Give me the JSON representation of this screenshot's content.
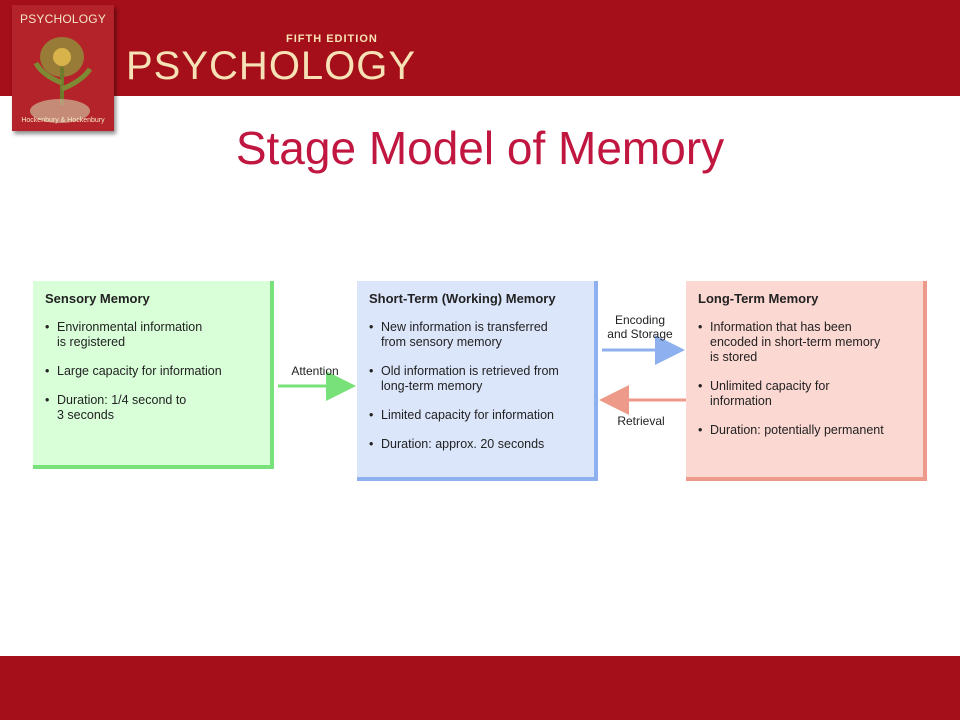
{
  "header": {
    "cover_title": "PSYCHOLOGY",
    "cover_authors": "Hockenbury & Hockenbury",
    "edition": "FIFTH EDITION",
    "book_name": "PSYCHOLOGY"
  },
  "slide": {
    "title": "Stage Model of Memory"
  },
  "diagram": {
    "sensory": {
      "title": "Sensory Memory",
      "bullets": [
        "Environmental information\nis registered",
        "Large capacity for information",
        "Duration: 1/4 second to\n3 seconds"
      ]
    },
    "short_term": {
      "title": "Short-Term (Working) Memory",
      "bullets": [
        "New information is transferred\nfrom sensory memory",
        "Old information is retrieved from\nlong-term memory",
        "Limited capacity for information",
        "Duration: approx. 20 seconds"
      ]
    },
    "long_term": {
      "title": "Long-Term Memory",
      "bullets": [
        "Information that has been\nencoded in short-term memory\nis stored",
        "Unlimited capacity for\ninformation",
        "Duration: potentially permanent"
      ]
    },
    "arrows": {
      "attention": "Attention",
      "encoding": "Encoding\nand Storage",
      "retrieval": "Retrieval"
    }
  },
  "colors": {
    "brand_red": "#a50f19",
    "title_red": "#c0163f",
    "sensory_green": "#d9ffd9",
    "stm_blue": "#dce6fb",
    "ltm_pink": "#fcd8d2"
  }
}
